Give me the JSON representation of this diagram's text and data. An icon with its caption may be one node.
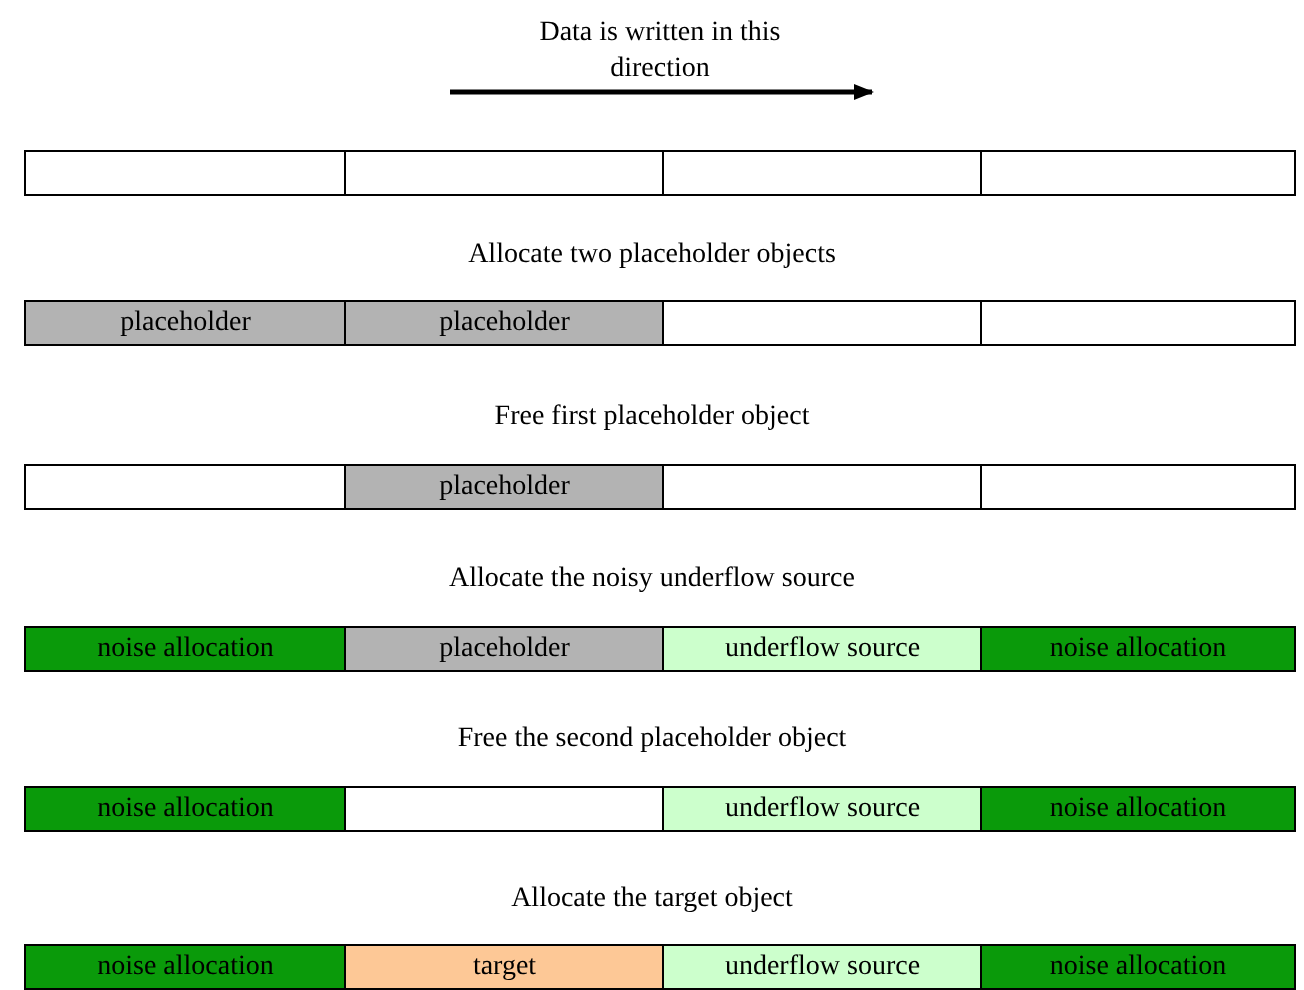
{
  "diagram": {
    "nodes": [
      {
        "text": [],
        "shape": "box"
      },
      {
        "text": [],
        "shape": "box"
      },
      {
        "text": [],
        "shape": "box"
      },
      {
        "text": [],
        "shape": "box"
      },
      {
        "text": [
          "placeholder"
        ]
      },
      {
        "text": [
          "placeholder"
        ]
      },
      {
        "text": [],
        "shape": "box"
      },
      {
        "text": [],
        "shape": "box"
      },
      {
        "text": [],
        "shape": "box"
      },
      {
        "text": [
          "placeholder"
        ]
      },
      {
        "text": [],
        "shape": "box"
      },
      {
        "text": [],
        "shape": "box"
      },
      {
        "text": [
          "noise allocation"
        ]
      },
      {
        "text": [
          "placeholder"
        ]
      },
      {
        "text": [
          "underflow source"
        ]
      },
      {
        "text": [
          "noise allocation"
        ]
      },
      {
        "text": [
          "noise allocation"
        ]
      },
      {
        "text": [],
        "shape": "box"
      },
      {
        "text": [
          "underflow source"
        ]
      },
      {
        "text": [
          "noise allocation"
        ]
      },
      {
        "text": [
          "noise allocation"
        ]
      },
      {
        "text": [
          "target"
        ]
      },
      {
        "text": [
          "underflow source"
        ]
      },
      {
        "text": [
          "noise allocation"
        ]
      }
    ],
    "labels": [
      "Data is written in this direction",
      "Allocate two placeholder objects",
      "Free first placeholder object",
      "Allocate the noisy underflow source",
      "Free the second placeholder object",
      "Allocate the target object"
    ]
  }
}
